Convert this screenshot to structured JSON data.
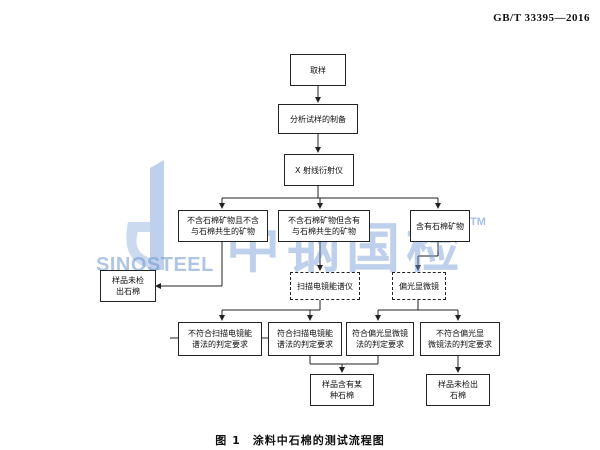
{
  "header": {
    "standard_number": "GB/T 33395—2016"
  },
  "flowchart": {
    "sampling": "取样",
    "sample_prep": "分析试样的制备",
    "xrd": "X 射线衍射仪",
    "branch_no_asbestos": "不含石棉矿物且不含\n与石棉共生的矿物",
    "branch_coexisting": "不含石棉矿物但含有\n与石棉共生的矿物",
    "branch_has_asbestos": "含有石棉矿物",
    "sem": "扫描电镜能谱仪",
    "plm": "偏光显微镜",
    "no_asbestos_detected": "样品未检\n出石棉",
    "sem_fail": "不符合扫描电镜能\n谱法的判定要求",
    "sem_pass": "符合扫描电镜能\n谱法的判定要求",
    "plm_pass": "符合偏光显微镜\n法的判定要求",
    "plm_fail": "不符合偏光显\n微镜法的判定要求",
    "contains_asbestos": "样品含有某\n种石棉",
    "not_detected_final": "样品未检出\n石棉"
  },
  "watermark": {
    "brand_en": "SINOSTEEL",
    "brand_cn": "中钢国检",
    "trademark": "TM",
    "color": "#6e96d2"
  },
  "caption": "图 1　涂料中石棉的测试流程图"
}
